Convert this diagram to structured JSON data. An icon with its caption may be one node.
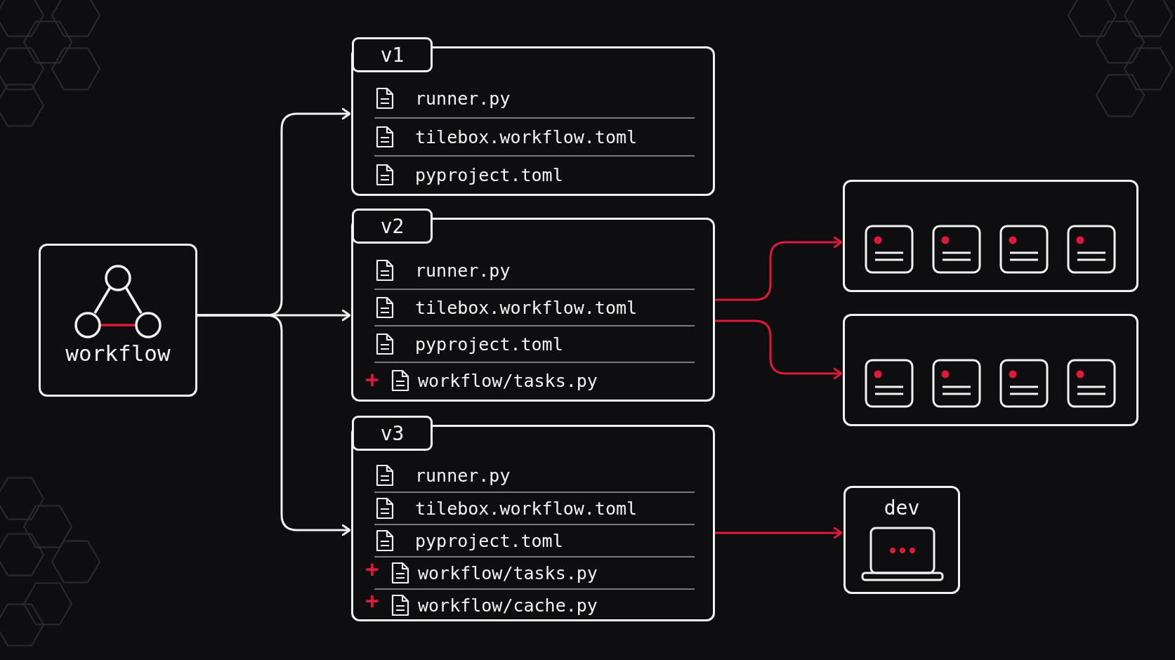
{
  "diagram": {
    "nodes": [
      {
        "text": [
          "workflow"
        ]
      },
      {
        "text": [
          "v1",
          "runner.py",
          "tilebox.workflow.toml",
          "pyproject.toml"
        ]
      },
      {
        "text": [
          "v2",
          "runner.py",
          "tilebox.workflow.toml",
          "pyproject.toml",
          "workflow/tasks.py"
        ]
      },
      {
        "text": [
          "v3",
          "runner.py",
          "tilebox.workflow.toml",
          "pyproject.toml",
          "workflow/tasks.py",
          "workflow/cache.py"
        ]
      },
      {
        "text": [],
        "shape": "box"
      },
      {
        "text": [],
        "shape": "box"
      },
      {
        "text": [
          "dev"
        ]
      }
    ],
    "edges": [
      {
        "from": 0,
        "to": 1,
        "arrow": "to"
      },
      {
        "from": 0,
        "to": 2,
        "arrow": "to"
      },
      {
        "from": 0,
        "to": 3,
        "arrow": "to"
      },
      {
        "from": 2,
        "to": 4,
        "arrow": "to",
        "color": "#e0193a"
      },
      {
        "from": 2,
        "to": 5,
        "arrow": "to",
        "color": "#e0193a"
      },
      {
        "from": 3,
        "to": 6,
        "arrow": "to",
        "color": "#e0193a"
      }
    ],
    "labels": [
      "+",
      "+",
      "+"
    ]
  }
}
